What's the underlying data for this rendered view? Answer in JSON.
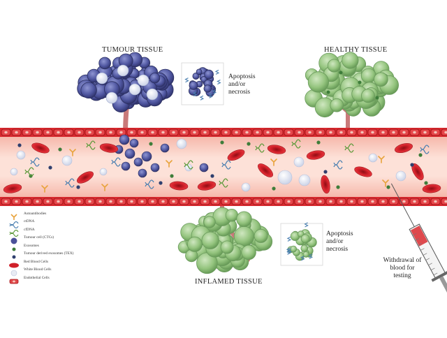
{
  "labels": {
    "tumour_tissue": "TUMOUR TISSUE",
    "healthy_tissue": "HEALTHY TISSUE",
    "inflamed_tissue": "INFLAMED TISSUE",
    "apoptosis_top": "Apoptosis and/or necrosis",
    "apoptosis_bottom": "Apoptosis and/or necrosis",
    "withdrawal": "Withdrawal of blood for testing"
  },
  "legend": [
    {
      "label": "Autoantibodies",
      "icon": "autoantibody-icon",
      "color": "#e8a33c"
    },
    {
      "label": "ctDNA",
      "icon": "ctdna-icon",
      "color": "#4a7fb0"
    },
    {
      "label": "cfDNA",
      "icon": "cfdna-icon",
      "color": "#5c9a3a"
    },
    {
      "label": "Tumour cell (CTCs)",
      "icon": "tumour-cell-icon",
      "color": "#4b5199"
    },
    {
      "label": "Exosomes",
      "icon": "exosome-icon",
      "color": "#3e7d3a"
    },
    {
      "label": "Tumour derived exosomes (TEX)",
      "icon": "tex-icon",
      "color": "#2f3f6e"
    },
    {
      "label": "Red Blood Cells",
      "icon": "rbc-icon",
      "color": "#d0202a"
    },
    {
      "label": "White Blood Cells",
      "icon": "wbc-icon",
      "color": "#e8ecf4"
    },
    {
      "label": "Endothelial Cells",
      "icon": "endothelial-icon",
      "color": "#e0484a"
    }
  ],
  "colors": {
    "vessel_wall": "#d92a2f",
    "vessel_lumen": "#fbd2c8",
    "tumour": "#4b5199",
    "healthy": "#8fbf7a",
    "inflamed": "#9ccb8a",
    "stroma": "#c97a7a"
  }
}
